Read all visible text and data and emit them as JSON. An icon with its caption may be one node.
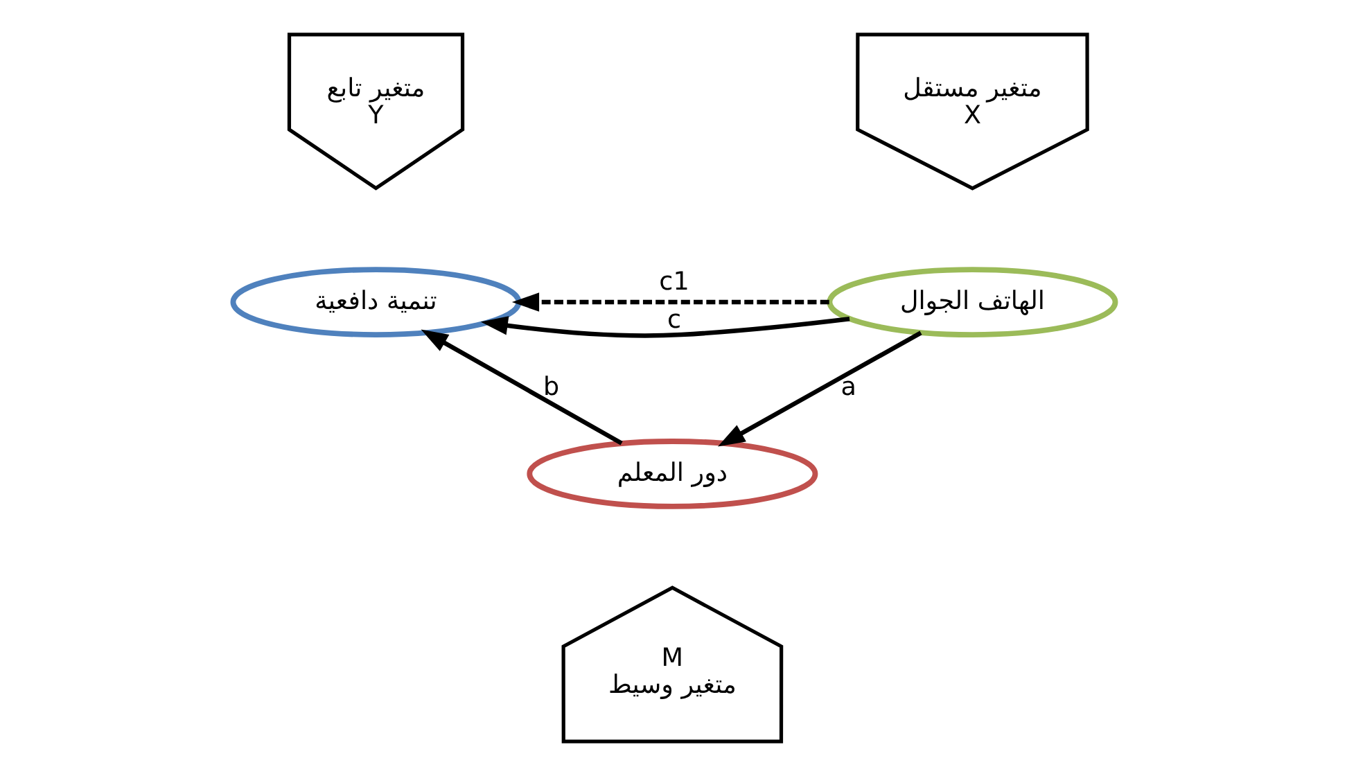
{
  "diagram": {
    "nodes": [
      {
        "text": [
          "متغير تابع",
          "Y"
        ]
      },
      {
        "text": [
          "متغير مستقل",
          "X"
        ]
      },
      {
        "text": [
          "تنمية دافعية"
        ]
      },
      {
        "text": [
          "الهاتف الجوال"
        ]
      },
      {
        "text": [
          "دور المعلم"
        ]
      },
      {
        "text": [
          "M",
          "متغير وسيط"
        ]
      }
    ],
    "edges": [
      {
        "from": 3,
        "to": 2,
        "arrow": "to",
        "label": "c"
      },
      {
        "from": 3,
        "to": 2,
        "arrow": "to",
        "label": "c1",
        "style": "dashed"
      },
      {
        "from": 3,
        "to": 4,
        "arrow": "to",
        "label": "a"
      },
      {
        "from": 4,
        "to": 2,
        "arrow": "to",
        "label": "b"
      }
    ]
  }
}
